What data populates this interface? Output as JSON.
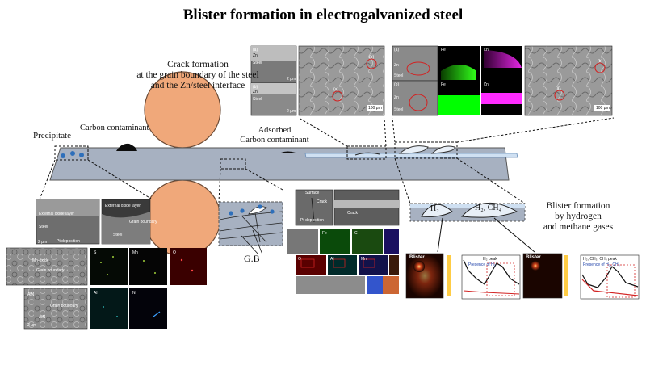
{
  "title": "Blister formation in electrogalvanized steel",
  "labels": {
    "crack_formation": [
      "Crack formation",
      "at the grain boundary of the steel",
      "and the Zn/steel interface"
    ],
    "precipitate": "Precipitate",
    "carbon_contaminant": "Carbon contaminant",
    "adsorbed_carbon": [
      "Adsorbed",
      "Carbon contaminant"
    ],
    "blister_formation": [
      "Blister formation",
      "by hydrogen",
      "and methane gases"
    ],
    "grain_boundary": "G.B",
    "h2": "H₂",
    "h2_ch4": "H₂, CH₄"
  },
  "micrographs": {
    "crack_panel": {
      "tags": [
        "(a)",
        "(b)",
        "(b)",
        "(a)"
      ],
      "layers": [
        "Zn",
        "Steel",
        "Zn",
        "Steel"
      ],
      "scale": "100 μm",
      "small_scales": [
        "2 μm",
        "2 μm"
      ]
    },
    "eds_panel": {
      "tags": [
        "(a)",
        "(b)",
        "(b)",
        "(a)"
      ],
      "layers": [
        "Zn",
        "Steel",
        "Zn",
        "Steel"
      ],
      "elements": [
        "Fe",
        "Zn",
        "Fe",
        "Zn"
      ],
      "scale": "100 μm"
    },
    "precipitate_panel": {
      "labels": [
        "External oxide layer",
        "Steel",
        "Pt deposition",
        "External oxide layer",
        "Grain boundary",
        "Steel",
        "Mn-oxide",
        "Grain boundary",
        "AlN",
        "Grain boundary",
        "AlN"
      ],
      "elements": [
        "S",
        "Mn",
        "O",
        "Al",
        "N"
      ],
      "scales": [
        "2 μm",
        "2 μm"
      ]
    },
    "gb_panel": {
      "labels": [
        "Surface",
        "Crack",
        "Pt deposition",
        "Crack"
      ],
      "elements": [
        "Fe",
        "C",
        "O",
        "Al",
        "Mn"
      ]
    },
    "tds_panels": [
      {
        "tag": "Blister",
        "peak": "H₂ peak",
        "legend": "Presence of H₂"
      },
      {
        "tag": "Blister",
        "peak": "H₂, CH₃, CH₄ peak",
        "legend": "Presence of H₂, CH₄"
      }
    ]
  },
  "colors": {
    "roller": "#f0a87a",
    "steel": "#a7b1c1",
    "zn_layer": "#cfe0f2",
    "precipitate": "#2e6fba",
    "contaminant": "#0d0d0d",
    "highlight": "#d22222"
  }
}
